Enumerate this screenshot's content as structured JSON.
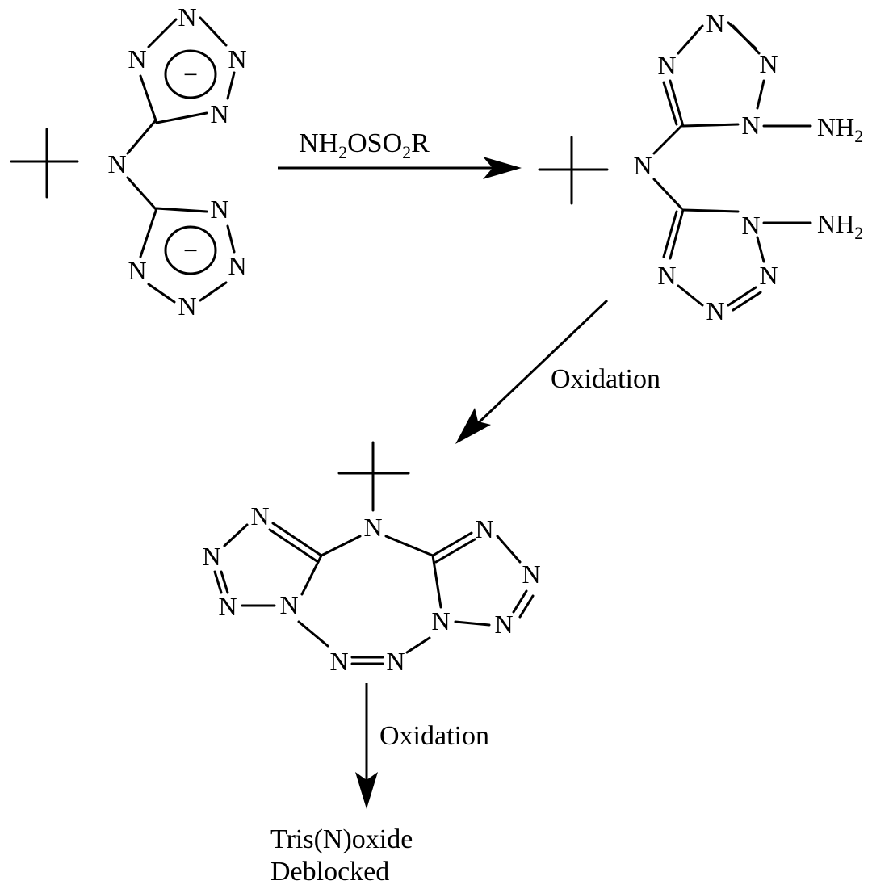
{
  "atoms": {
    "N": "N",
    "NH": "NH",
    "amine_subscript": "2"
  },
  "reagent": {
    "prefix": "NH",
    "sub1": "2",
    "mid": "OSO",
    "sub2": "2",
    "suffix": "R"
  },
  "steps": {
    "oxidation_1": "Oxidation",
    "oxidation_2": "Oxidation"
  },
  "final_product": {
    "line1": "Tris(N)oxide",
    "line2": "Deblocked"
  },
  "charge_symbol": "−"
}
